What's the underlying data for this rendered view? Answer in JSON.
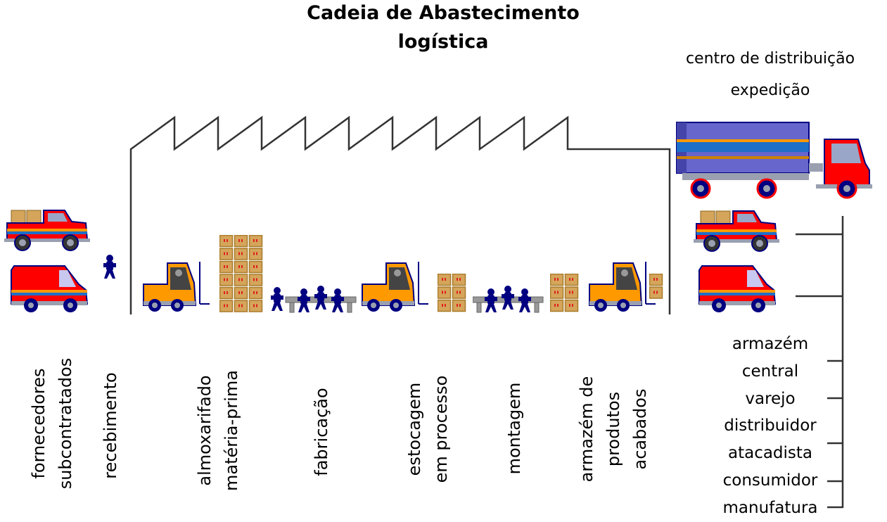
{
  "title": {
    "line1": "Cadeia de Abastecimento",
    "line2": "logística"
  },
  "distribution_center": {
    "line1": "centro de distribuição",
    "line2": "expedição"
  },
  "stages": [
    {
      "lines": [
        "fornecedores",
        "subcontratados"
      ]
    },
    {
      "lines": [
        "recebimento"
      ]
    },
    {
      "lines": [
        "almoxarifado",
        "matéria-prima"
      ]
    },
    {
      "lines": [
        "fabricação"
      ]
    },
    {
      "lines": [
        "estocagem",
        "em processo"
      ]
    },
    {
      "lines": [
        "montagem"
      ]
    },
    {
      "lines": [
        "armazém de",
        "produtos",
        "acabados"
      ]
    }
  ],
  "destinations": [
    "armazém",
    "central",
    "varejo",
    "distribuidor",
    "atacadista",
    "consumidor",
    "manufatura"
  ],
  "icons": {
    "pickup": "pickup-truck-icon",
    "van": "delivery-van-icon",
    "worker": "worker-icon",
    "forklift": "forklift-icon",
    "boxes": "box-stack-icon",
    "assembly": "assembly-line-icon",
    "truck": "semi-truck-icon"
  },
  "colors": {
    "line": "#333333",
    "vehicle_red": "#ff0000",
    "vehicle_outline": "#000080",
    "stripe_blue": "#1e6fc8",
    "stripe_orange": "#ff9900",
    "forklift_orange": "#ff9900",
    "box": "#d4a55a",
    "box_dark": "#a87a2a",
    "trailer_blue": "#6666cc",
    "worker": "#000080"
  }
}
